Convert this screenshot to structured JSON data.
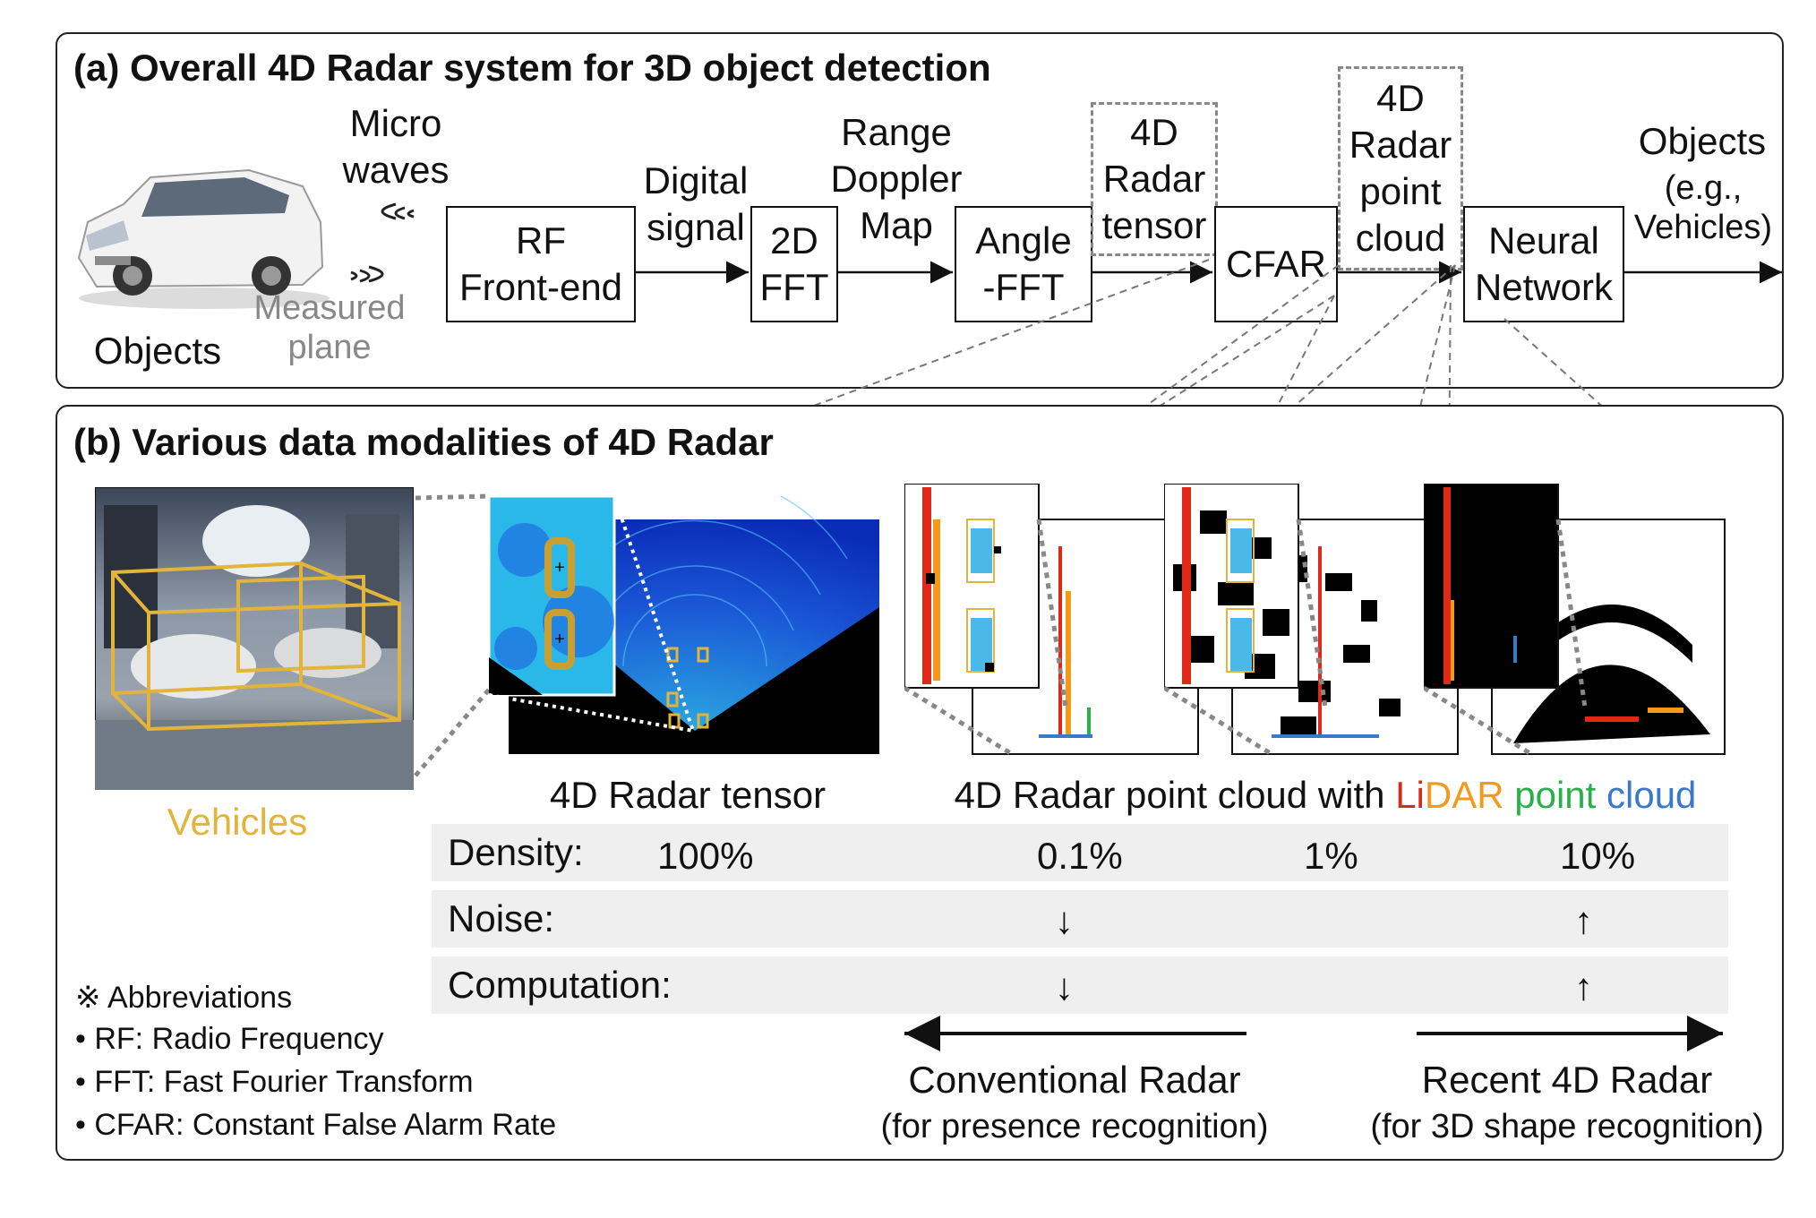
{
  "panel_a": {
    "title": "(a) Overall 4D Radar system for 3D object detection",
    "objects_label": "Objects",
    "microwaves_label": "Micro\nwaves",
    "measured_plane_label": "Measured\nplane",
    "rf_box": "RF\nFront-end",
    "digital_signal_label": "Digital\nsignal",
    "fft2d_box": "2D\nFFT",
    "range_doppler_label": "Range\nDoppler\nMap",
    "angle_fft_box": "Angle\n-FFT",
    "radar_tensor_box": "4D\nRadar\ntensor",
    "cfar_box": "CFAR",
    "point_cloud_box": "4D\nRadar\npoint\ncloud",
    "nn_box": "Neural\nNetwork",
    "output_label": "Objects",
    "output_sub": "(e.g.,\nVehicles)"
  },
  "panel_b": {
    "title": "(b) Various data modalities of 4D Radar",
    "vehicles_label": "Vehicles",
    "tensor_caption": "4D Radar tensor",
    "pc_caption_prefix": "4D Radar point cloud with ",
    "pc_caption_li": "Li",
    "pc_caption_dar": "DAR",
    "pc_caption_point": "point",
    "pc_caption_cloud": "cloud",
    "table": {
      "density_label": "Density:",
      "density_values": [
        "100%",
        "0.1%",
        "1%",
        "10%"
      ],
      "noise_label": "Noise:",
      "noise_values": [
        "↓",
        "↑"
      ],
      "computation_label": "Computation:",
      "computation_values": [
        "↓",
        "↑"
      ]
    },
    "abbreviations": {
      "heading": "※ Abbreviations",
      "items": [
        "• RF: Radio Frequency",
        "• FFT: Fast Fourier Transform",
        "• CFAR: Constant False Alarm Rate"
      ]
    },
    "conventional": {
      "title": "Conventional Radar",
      "sub": "(for presence recognition)"
    },
    "recent": {
      "title": "Recent 4D Radar",
      "sub": "(for 3D shape recognition)"
    }
  },
  "colors": {
    "vehicle_box": "#e2b43a",
    "li": "#d62a1e",
    "dar": "#f39a1b",
    "point": "#2ab04a",
    "cloud": "#3a78c9",
    "grey_text": "#888888"
  }
}
